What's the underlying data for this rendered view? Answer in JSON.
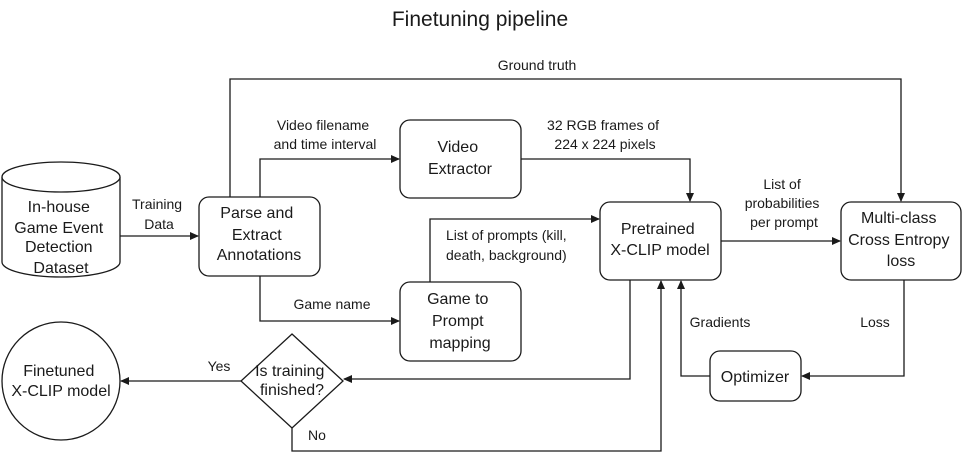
{
  "title": "Finetuning pipeline",
  "nodes": {
    "dataset": {
      "lines": [
        "In-house",
        "Game Event",
        "Detection",
        "Dataset"
      ]
    },
    "parse": {
      "lines": [
        "Parse and",
        "Extract",
        "Annotations"
      ]
    },
    "video_extractor": {
      "lines": [
        "Video",
        "Extractor"
      ]
    },
    "game_prompt": {
      "lines": [
        "Game to",
        "Prompt",
        "mapping"
      ]
    },
    "xclip": {
      "lines": [
        "Pretrained",
        "X-CLIP model"
      ]
    },
    "loss": {
      "lines": [
        "Multi-class",
        "Cross Entropy",
        "loss"
      ]
    },
    "optimizer": {
      "lines": [
        "Optimizer"
      ]
    },
    "decision": {
      "lines": [
        "Is training",
        "finished?"
      ]
    },
    "finetuned": {
      "lines": [
        "Finetuned",
        "X-CLIP model"
      ]
    }
  },
  "edges": {
    "training_data": [
      "Training",
      "Data"
    ],
    "ground_truth": [
      "Ground truth"
    ],
    "video_filename": [
      "Video filename",
      "and time interval"
    ],
    "rgb_frames": [
      "32 RGB frames of",
      "224 x 224 pixels"
    ],
    "game_name": [
      "Game name"
    ],
    "prompts": [
      "List of prompts (kill,",
      "death, background)"
    ],
    "probabilities": [
      "List of",
      "probabilities",
      "per prompt"
    ],
    "loss_label": [
      "Loss"
    ],
    "gradients": [
      "Gradients"
    ],
    "yes": [
      "Yes"
    ],
    "no": [
      "No"
    ]
  }
}
